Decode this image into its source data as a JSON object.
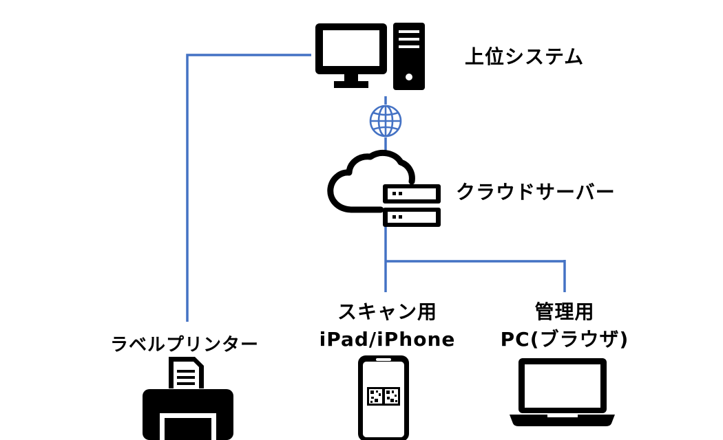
{
  "colors": {
    "connector": "#4472C4",
    "icon": "#000000",
    "background": "#ffffff"
  },
  "nodes": {
    "host_system": {
      "label": "上位システム",
      "icon": "desktop-tower-icon"
    },
    "globe": {
      "icon": "globe-icon"
    },
    "cloud_server": {
      "label": "クラウドサーバー",
      "icon": "cloud-server-icon"
    },
    "label_printer": {
      "label": "ラベルプリンター",
      "icon": "printer-icon"
    },
    "scan_device": {
      "label_line1": "スキャン用",
      "label_line2": "iPad/iPhone",
      "icon": "smartphone-qr-icon"
    },
    "admin_pc": {
      "label_line1": "管理用",
      "label_line2": "PC(ブラウザ)",
      "icon": "laptop-icon"
    }
  }
}
